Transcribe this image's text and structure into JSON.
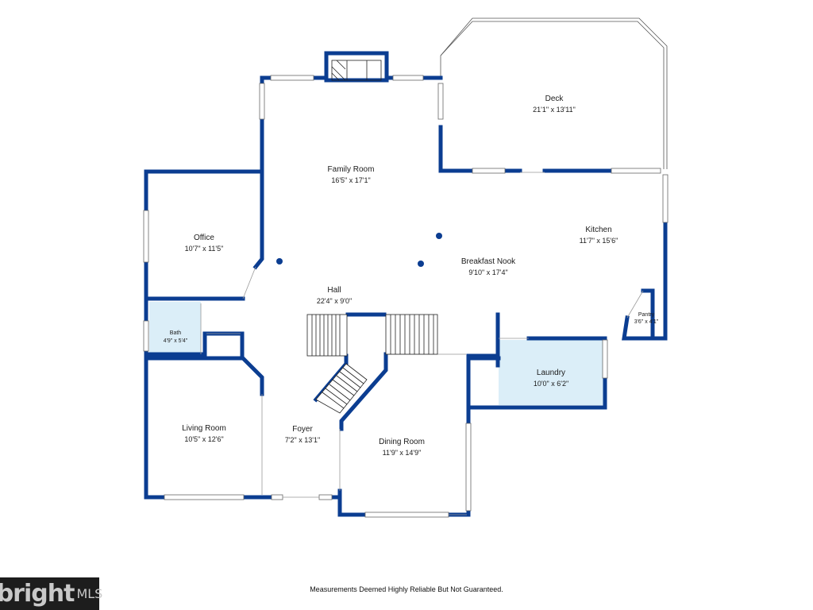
{
  "rooms": {
    "deck": {
      "name": "Deck",
      "dims": "21'1\" x 13'11\""
    },
    "family_room": {
      "name": "Family Room",
      "dims": "16'5\" x 17'1\""
    },
    "office": {
      "name": "Office",
      "dims": "10'7\" x 11'5\""
    },
    "kitchen": {
      "name": "Kitchen",
      "dims": "11'7\" x 15'6\""
    },
    "breakfast_nook": {
      "name": "Breakfast Nook",
      "dims": "9'10\" x 17'4\""
    },
    "hall": {
      "name": "Hall",
      "dims": "22'4\" x 9'0\""
    },
    "bath": {
      "name": "Bath",
      "dims": "4'9\" x 5'4\""
    },
    "pantry": {
      "name": "Pantry",
      "dims": "3'6\" x 4'1\""
    },
    "laundry": {
      "name": "Laundry",
      "dims": "10'0\" x 6'2\""
    },
    "living_room": {
      "name": "Living Room",
      "dims": "10'5\" x 12'6\""
    },
    "foyer": {
      "name": "Foyer",
      "dims": "7'2\" x 13'1\""
    },
    "dining_room": {
      "name": "Dining Room",
      "dims": "11'9\" x 14'9\""
    }
  },
  "footer": {
    "disclaimer": "Measurements Deemed Highly Reliable But Not Guaranteed.",
    "logo_word": "bright",
    "logo_suffix": "MLS"
  },
  "colors": {
    "wall": "#0b3d91",
    "room_highlight": "#dbeef8",
    "background": "#ffffff"
  }
}
